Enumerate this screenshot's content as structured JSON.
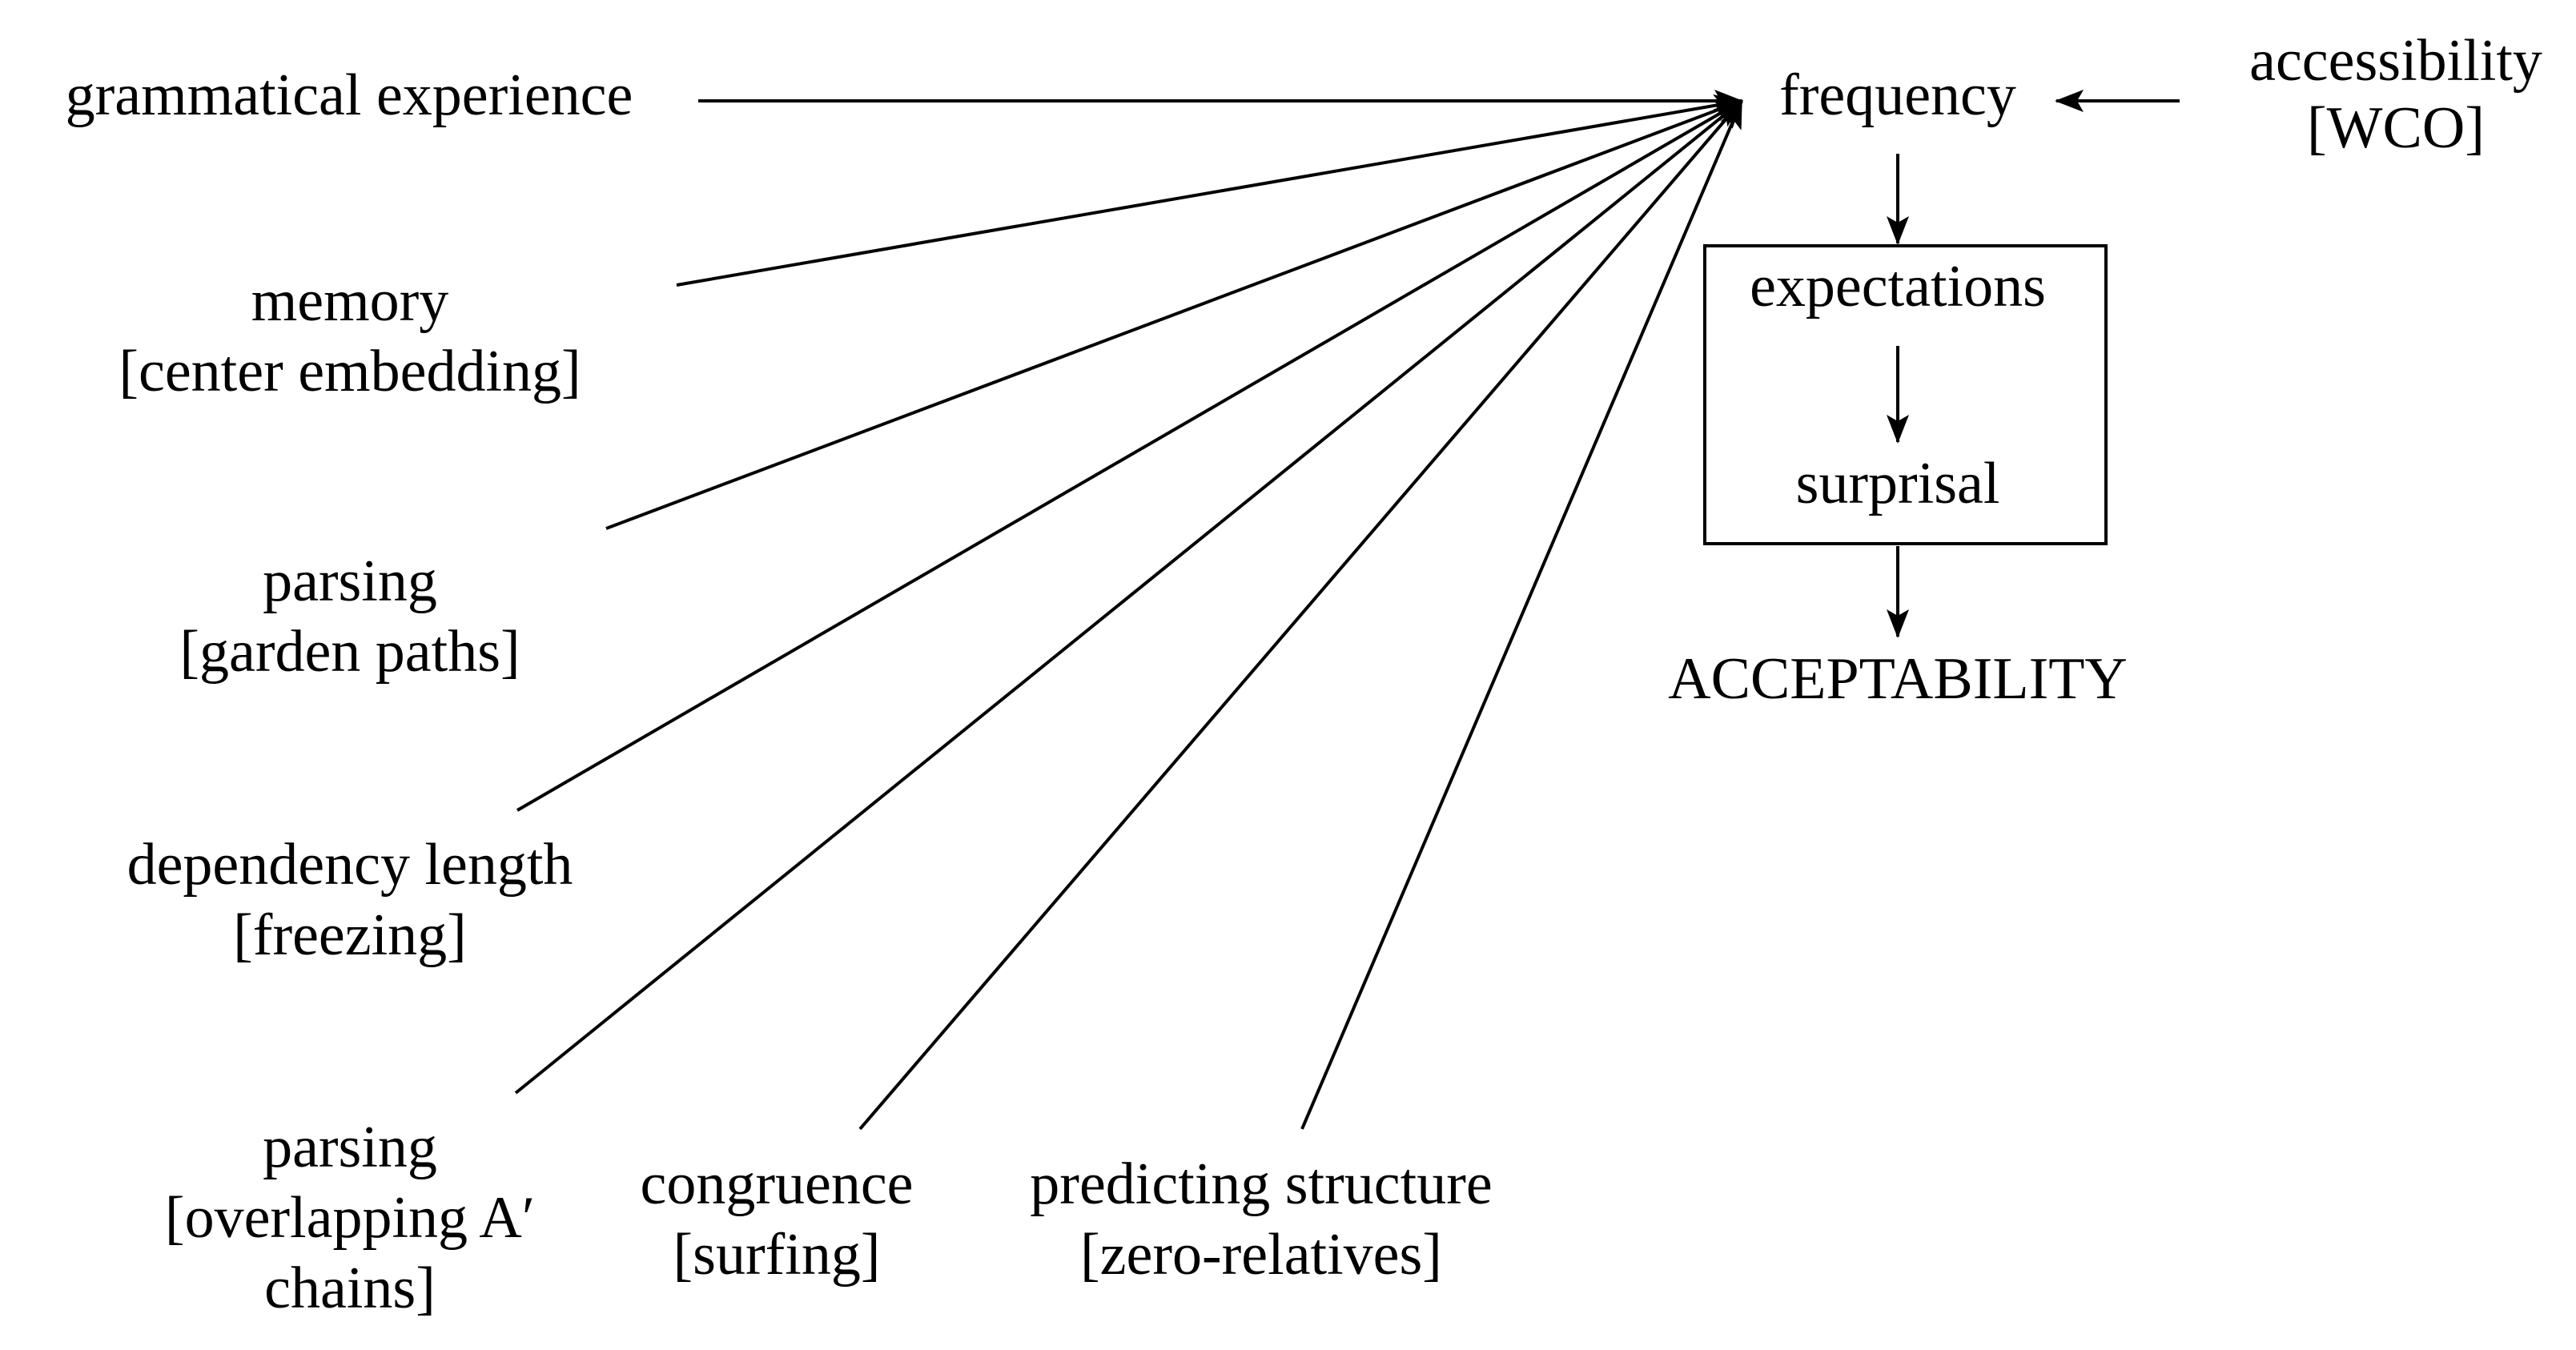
{
  "frequency_label": "frequency",
  "accessibility": {
    "line1": "accessibility",
    "line2": "[WCO]"
  },
  "expectations_label": "expectations",
  "surprisal_label": "surprisal",
  "acceptability_label": "ACCEPTABILITY",
  "factors": [
    {
      "id": "grammatical-experience",
      "lines": [
        "grammatical experience"
      ]
    },
    {
      "id": "memory",
      "lines": [
        "memory",
        "[center embedding]"
      ]
    },
    {
      "id": "parsing-garden-paths",
      "lines": [
        "parsing",
        "[garden paths]"
      ]
    },
    {
      "id": "dependency-length",
      "lines": [
        "dependency length",
        "[freezing]"
      ]
    },
    {
      "id": "parsing-overlapping",
      "lines": [
        "parsing",
        "[overlapping A′",
        "chains]"
      ]
    },
    {
      "id": "congruence",
      "lines": [
        "congruence",
        "[surfing]"
      ]
    },
    {
      "id": "predicting-structure",
      "lines": [
        "predicting structure",
        "[zero-relatives]"
      ]
    }
  ],
  "edges": [
    {
      "from": "grammatical-experience",
      "to": "frequency"
    },
    {
      "from": "memory",
      "to": "frequency"
    },
    {
      "from": "parsing-garden-paths",
      "to": "frequency"
    },
    {
      "from": "dependency-length",
      "to": "frequency"
    },
    {
      "from": "parsing-overlapping",
      "to": "frequency"
    },
    {
      "from": "congruence",
      "to": "frequency"
    },
    {
      "from": "predicting-structure",
      "to": "frequency"
    },
    {
      "from": "accessibility",
      "to": "frequency"
    },
    {
      "from": "frequency",
      "to": "expectations"
    },
    {
      "from": "expectations",
      "to": "surprisal"
    },
    {
      "from": "surprisal",
      "to": "acceptability"
    }
  ]
}
